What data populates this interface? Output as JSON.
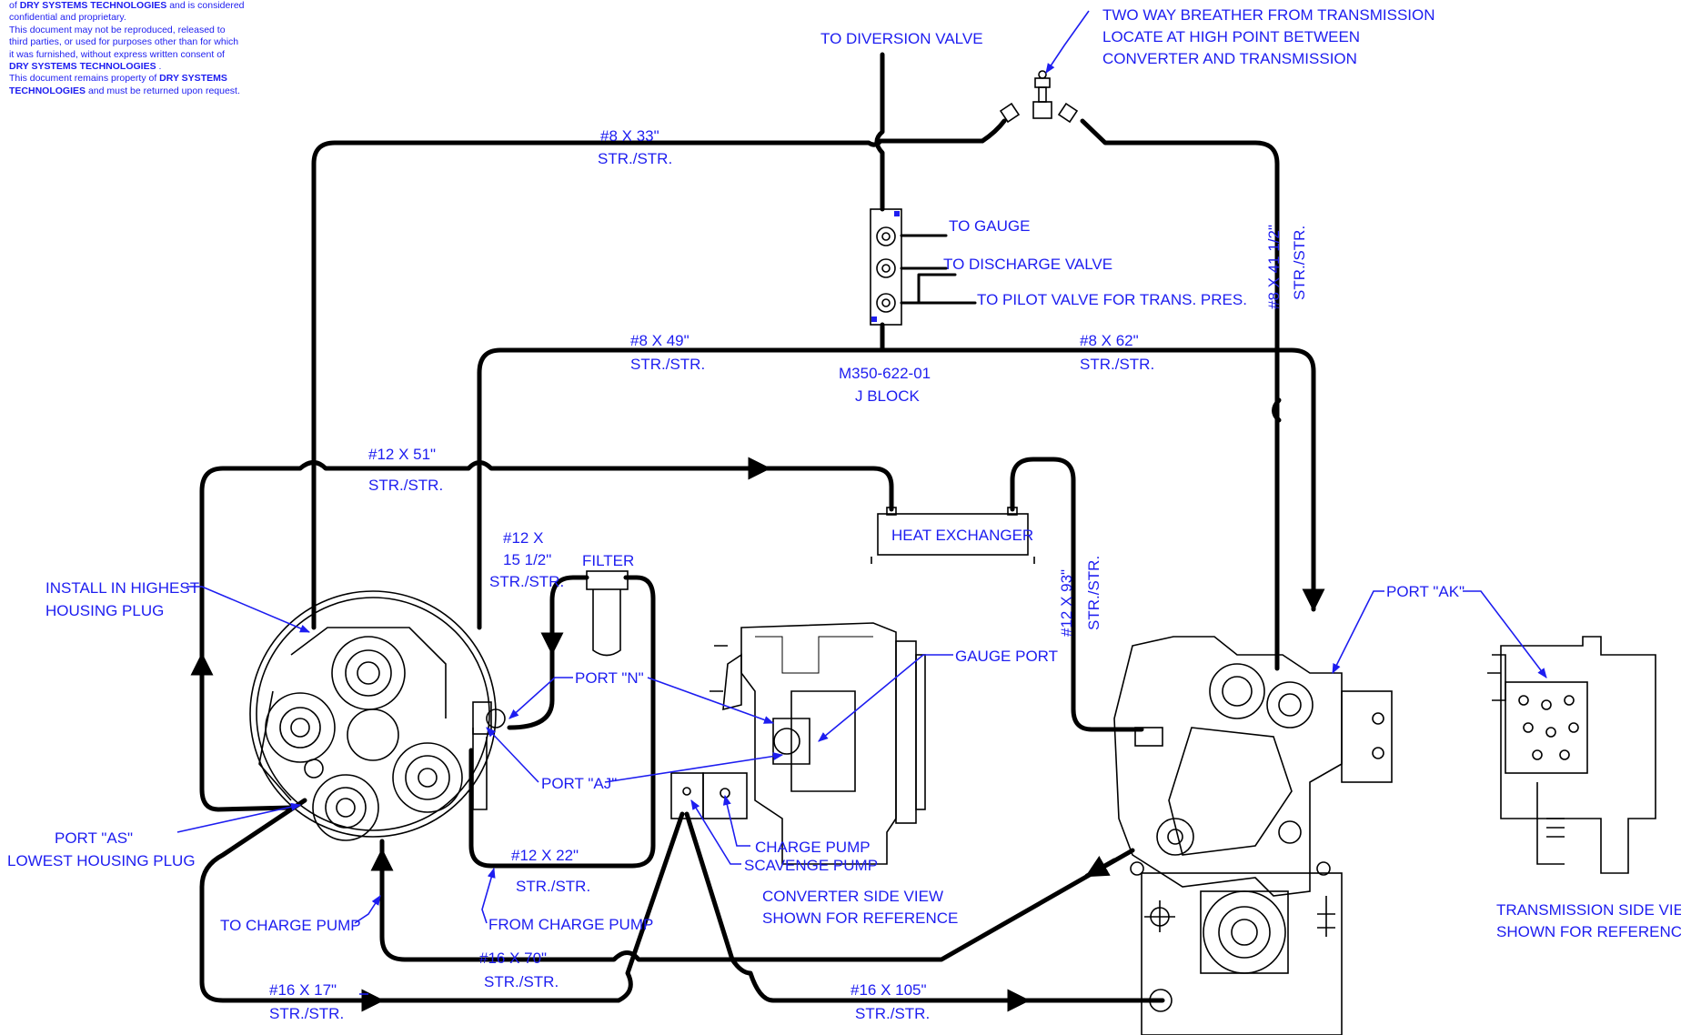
{
  "note": {
    "line0_pre": "of",
    "line0_bold": "DRY SYSTEMS TECHNOLOGIES",
    "line0_post": "and is considered",
    "line1": "confidential and proprietary.",
    "line2": "This document may not be reproduced, released to",
    "line3": "third parties, or used for purposes other than for which",
    "line4": "it was furnished, without express written consent of",
    "line5_bold": "DRY SYSTEMS TECHNOLOGIES",
    "line5_post": ".",
    "line6_pre": "This document remains property of",
    "line6_bold": "DRY SYSTEMS",
    "line7_bold": "TECHNOLOGIES",
    "line7_post": "and must be returned upon request."
  },
  "labels": {
    "diversion": "TO DIVERSION VALVE",
    "breather1": "TWO WAY BREATHER FROM TRANSMISSION",
    "breather2": "LOCATE AT HIGH POINT BETWEEN",
    "breather3": "CONVERTER AND TRANSMISSION",
    "h8x33a": "#8 X 33\"",
    "h8x33b": "STR./STR.",
    "to_gauge": "TO GAUGE",
    "to_discharge": "TO DISCHARGE VALVE",
    "to_pilot": "TO PILOT VALVE FOR TRANS. PRES.",
    "h8x41a": "#8 X 41 1/2\"",
    "h8x41b": "STR./STR.",
    "h8x49a": "#8 X 49\"",
    "h8x49b": "STR./STR.",
    "h8x62a": "#8 X 62\"",
    "h8x62b": "STR./STR.",
    "jblock1": "M350-622-01",
    "jblock2": "J BLOCK",
    "h12x51a": "#12 X 51\"",
    "h12x51b": "STR./STR.",
    "heat_exchanger": "HEAT EXCHANGER",
    "h12x93a": "#12 X 93\"",
    "h12x93b": "STR./STR.",
    "h12x15a": "#12 X",
    "h12x15b": "15 1/2\"",
    "h12x15c": "STR./STR.",
    "filter": "FILTER",
    "install1": "INSTALL IN HIGHEST",
    "install2": "HOUSING PLUG",
    "port_n": "PORT \"N\"",
    "gauge_port": "GAUGE PORT",
    "port_ak": "PORT \"AK\"",
    "port_aj": "PORT \"AJ\"",
    "port_as1": "PORT \"AS\"",
    "port_as2": "LOWEST HOUSING PLUG",
    "charge_pump": "CHARGE PUMP",
    "scavenge_pump": "SCAVENGE PUMP",
    "conv_ref1": "CONVERTER SIDE VIEW",
    "conv_ref2": "SHOWN FOR REFERENCE",
    "trans_ref1": "TRANSMISSION SIDE VIEW",
    "trans_ref2": "SHOWN FOR REFERENCE",
    "h12x22a": "#12 X 22\"",
    "h12x22b": "STR./STR.",
    "to_charge_pump": "TO CHARGE PUMP",
    "from_charge_pump": "FROM CHARGE PUMP",
    "h16x70a": "#16 X 70\"",
    "h16x70b": "STR./STR.",
    "h16x17a": "#16 X 17\"",
    "h16x17b": "STR./STR.",
    "h16x105a": "#16 X 105\"",
    "h16x105b": "STR./STR."
  },
  "colors": {
    "annotation": "#1d1df0",
    "hose": "#000000",
    "background": "#ffffff"
  }
}
